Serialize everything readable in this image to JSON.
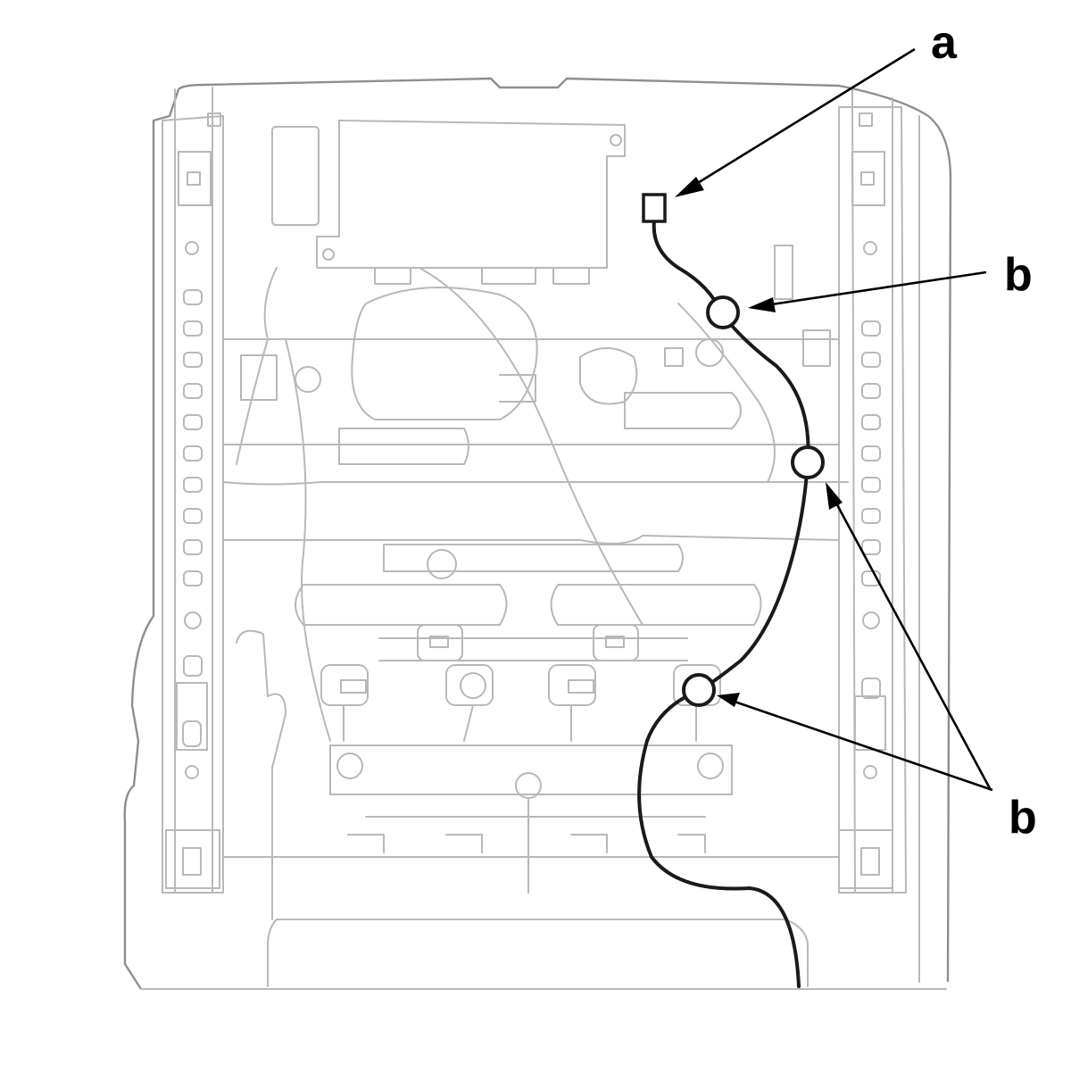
{
  "callouts": {
    "a": "a",
    "b_top": "b",
    "b_bottom": "b"
  },
  "components": {
    "connector": {
      "label_ref": "a",
      "icon": "harness-connector-icon"
    },
    "clips": {
      "label_ref": "b",
      "count": 3,
      "icon": "harness-clip-icon"
    }
  },
  "colors": {
    "frame_line": "#b8b8b8",
    "harness_line": "#1a1a1a",
    "leader_line": "#000000",
    "background": "#ffffff"
  }
}
